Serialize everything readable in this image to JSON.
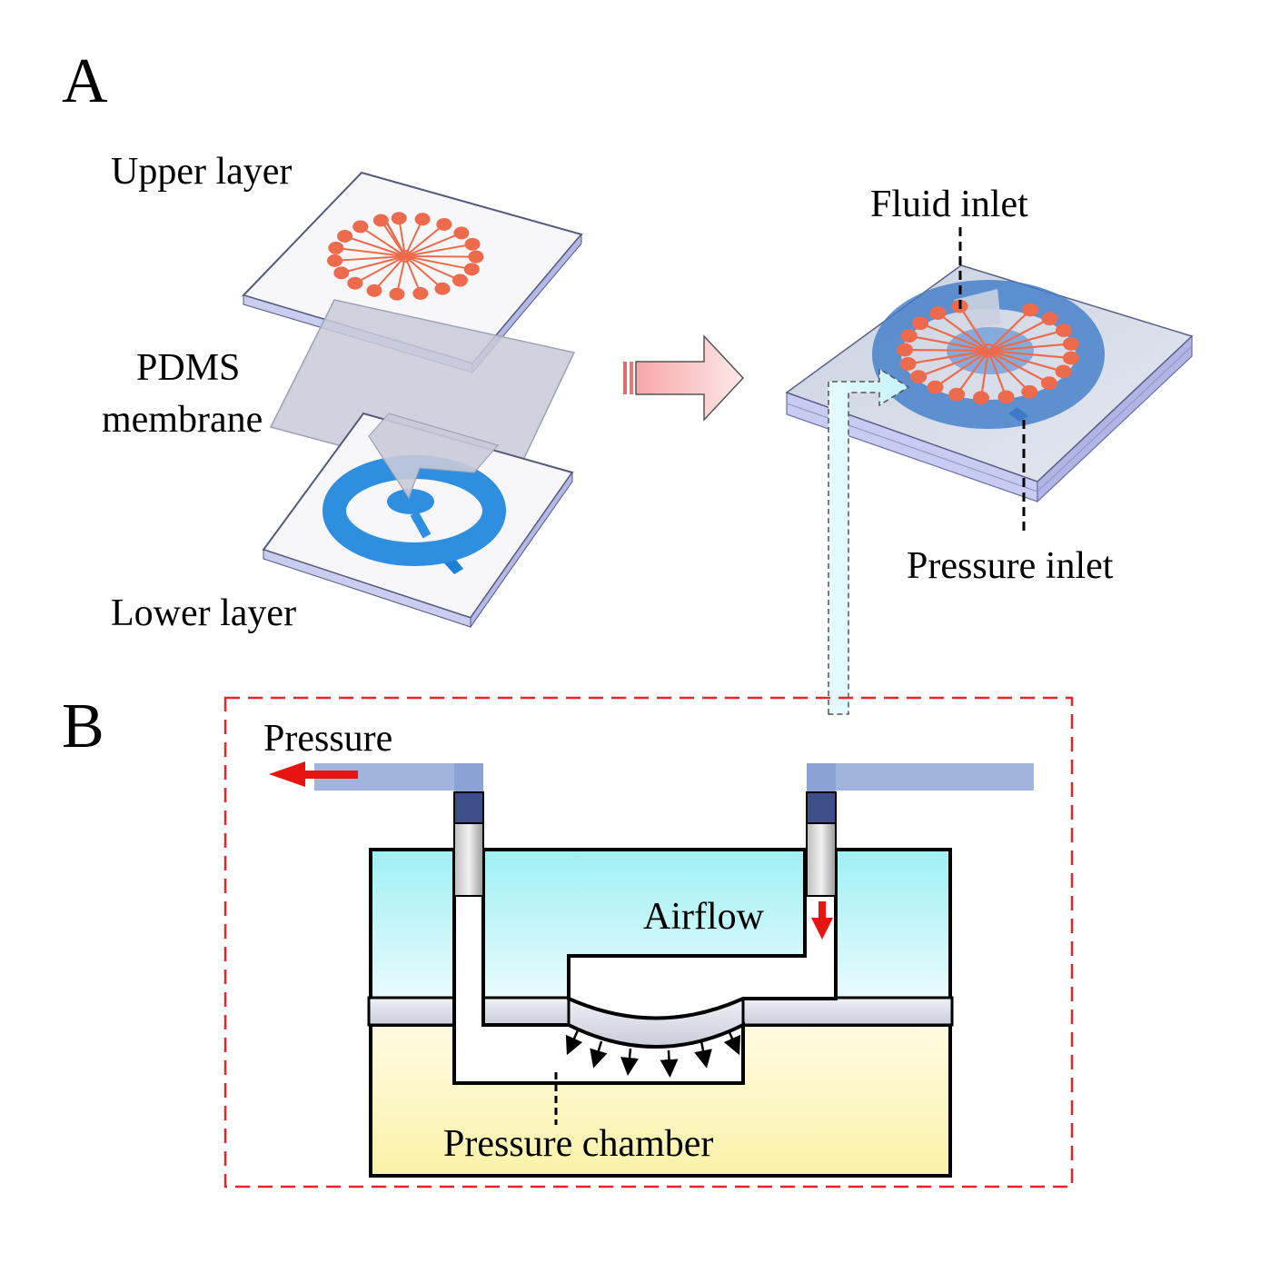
{
  "panel_a": {
    "letter": "A",
    "upper_layer": "Upper layer",
    "membrane_line1": "PDMS",
    "membrane_line2": "membrane",
    "lower_layer": "Lower layer",
    "fluid_inlet": "Fluid inlet",
    "pressure_inlet": "Pressure inlet"
  },
  "panel_b": {
    "letter": "B",
    "pressure": "Pressure",
    "airflow": "Airflow",
    "pressure_chamber": "Pressure chamber"
  },
  "colors": {
    "electrode": "#ee6a4c",
    "channel_blue": "#2e8fe0",
    "upper_block": "#aef0f4",
    "lower_block": "#fbf6c4",
    "membrane": "#e3e6ee",
    "tube": "#9fb4de",
    "arrow_red": "#e8140f",
    "dashed_box": "#e8242a"
  }
}
